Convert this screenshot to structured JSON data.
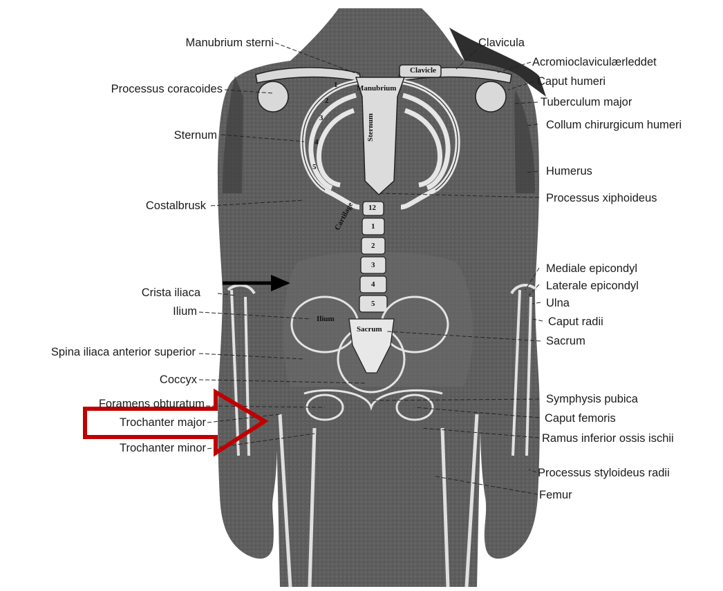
{
  "labels_left": [
    {
      "id": "manubrium-sterni",
      "text": "Manubrium sterni"
    },
    {
      "id": "processus-coracoides",
      "text": "Processus coracoides"
    },
    {
      "id": "sternum",
      "text": "Sternum"
    },
    {
      "id": "costalbrusk",
      "text": "Costalbrusk"
    },
    {
      "id": "crista-iliaca",
      "text": "Crista iliaca"
    },
    {
      "id": "ilium",
      "text": "Ilium"
    },
    {
      "id": "spina-iliaca",
      "text": "Spina iliaca anterior superior"
    },
    {
      "id": "coccyx",
      "text": "Coccyx"
    },
    {
      "id": "foramens-obturatum",
      "text": "Foramens obturatum"
    },
    {
      "id": "trochanter-major",
      "text": "Trochanter major"
    },
    {
      "id": "trochanter-minor",
      "text": "Trochanter minor"
    }
  ],
  "labels_right": [
    {
      "id": "clavicula",
      "text": "Clavicula"
    },
    {
      "id": "acromioclavicularleddet",
      "text": "Acromioclaviculærleddet"
    },
    {
      "id": "caput-humeri",
      "text": "Caput humeri"
    },
    {
      "id": "tuberculum-major",
      "text": "Tuberculum major"
    },
    {
      "id": "collum-chirurgicum",
      "text": "Collum chirurgicum humeri"
    },
    {
      "id": "humerus",
      "text": "Humerus"
    },
    {
      "id": "processus-xiphoideus",
      "text": "Processus xiphoideus"
    },
    {
      "id": "mediale-epicondyl",
      "text": "Mediale epicondyl"
    },
    {
      "id": "laterale-epicondyl",
      "text": "Laterale epicondyl"
    },
    {
      "id": "ulna",
      "text": "Ulna"
    },
    {
      "id": "caput-radii",
      "text": "Caput radii"
    },
    {
      "id": "sacrum",
      "text": "Sacrum"
    },
    {
      "id": "symphysis-pubica",
      "text": "Symphysis pubica"
    },
    {
      "id": "caput-femoris",
      "text": "Caput femoris"
    },
    {
      "id": "ramus-inferior",
      "text": "Ramus inferior ossis ischii"
    },
    {
      "id": "processus-styloideus",
      "text": "Processus styloideus radii"
    },
    {
      "id": "femur",
      "text": "Femur"
    }
  ],
  "inset_labels": {
    "manubrium": "Manubrium",
    "clavicle": "Clavicle",
    "sternum": "Sternum",
    "cartilage": "Cartilage",
    "ilium": "Ilium",
    "sacrum": "Sacrum",
    "rib_numbers": [
      "1",
      "2",
      "3",
      "4",
      "5"
    ],
    "vertebra_numbers": [
      "12",
      "1",
      "2",
      "3",
      "4",
      "5"
    ]
  },
  "colors": {
    "body": "#5e5e5e",
    "body_dark": "#3f3f3f",
    "bone": "#d9d9d9",
    "highlight_arrow": "#c00000",
    "pointer_arrow": "#000000"
  }
}
